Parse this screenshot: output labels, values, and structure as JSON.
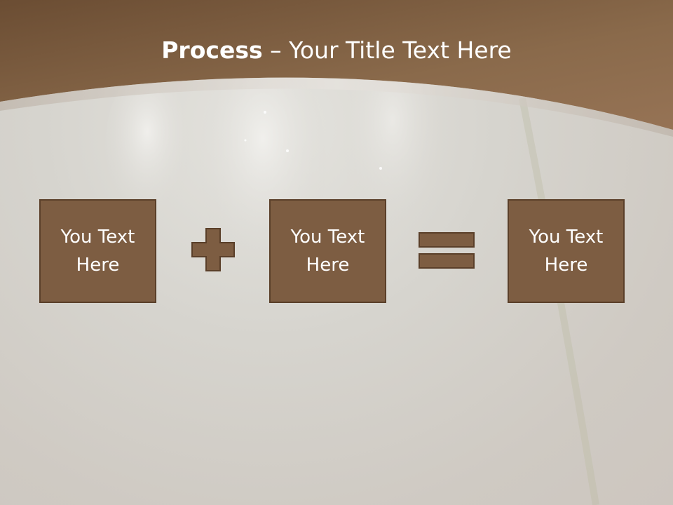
{
  "title": {
    "bold": "Process",
    "rest": " – Your Title Text Here"
  },
  "boxes": [
    {
      "label": "You Text Here"
    },
    {
      "label": "You Text Here"
    },
    {
      "label": "You Text Here"
    }
  ],
  "operators": [
    "plus-icon",
    "equals-icon"
  ],
  "colors": {
    "header_brown": "#8a6a4b",
    "box_fill": "#7d5d42",
    "box_border": "#5a3f29",
    "text": "#ffffff"
  }
}
